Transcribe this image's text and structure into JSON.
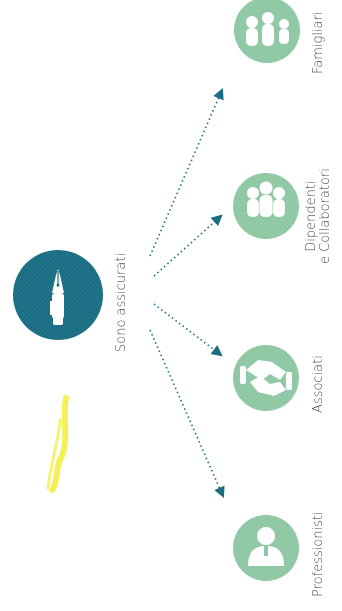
{
  "diagram": {
    "center_label": "Sono assicurati",
    "nodes": [
      {
        "id": "famigliari",
        "label_lines": [
          "Famigliari"
        ],
        "icon": "family-icon"
      },
      {
        "id": "dipendenti",
        "label_lines": [
          "Dipendenti",
          "e Collaboratori"
        ],
        "icon": "group-icon"
      },
      {
        "id": "associati",
        "label_lines": [
          "Associati"
        ],
        "icon": "handshake-icon"
      },
      {
        "id": "professionisti",
        "label_lines": [
          "Professionisti"
        ],
        "icon": "person-icon"
      }
    ],
    "center_icon": "fountain-pen-icon",
    "colors": {
      "hub": "#1b6d83",
      "node": "#8ec7a3",
      "arrow": "#1b6d83",
      "text": "#4a4a4a",
      "highlight": "#f1ee3a"
    }
  }
}
